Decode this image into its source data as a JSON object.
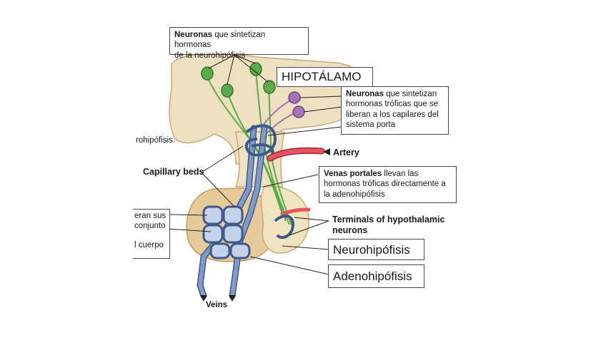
{
  "labels": {
    "box_top_bold": "Neuronas",
    "box_top_rest": " que sintetizan hormonas",
    "box_top_line2": "de la neurohipófisis",
    "hypothalamus": "HIPOTÁLAMO",
    "box_right_bold": "Neuronas",
    "box_right_rest": " que sintetizan",
    "box_right_line2": "hormonas tróficas que se",
    "box_right_line3": "liberan a los capilares del",
    "box_right_line4": "sistema porta",
    "cut_left_top": "rohipófisis.",
    "artery": "Artery",
    "capillary_beds": "Capillary beds",
    "portal_bold": "Venas portales",
    "portal_rest": " llevan las",
    "portal_line2": "hormonas tróficas directamente a",
    "portal_line3": "la adenohipófisis",
    "left_cut_line1": "eran sus",
    "left_cut_line2": "conjunto",
    "left_cut_line3": "l cuerpo",
    "terminals_line1": "Terminals of hypothalamic",
    "terminals_line2": "neurons",
    "neurohypophysis": "Neurohipófisis",
    "adenohypophysis": "Adenohipófisis",
    "veins": "Veins"
  },
  "colors": {
    "tissue": "#efe0c0",
    "tissue_stroke": "#c7a97a",
    "adeno": "#e8c99a",
    "vein": "#7f9bc8",
    "vein_stroke": "#3e5a8a",
    "artery": "#e2555e",
    "green_neuron": "#5aab4a",
    "purple_neuron": "#a872b8"
  }
}
